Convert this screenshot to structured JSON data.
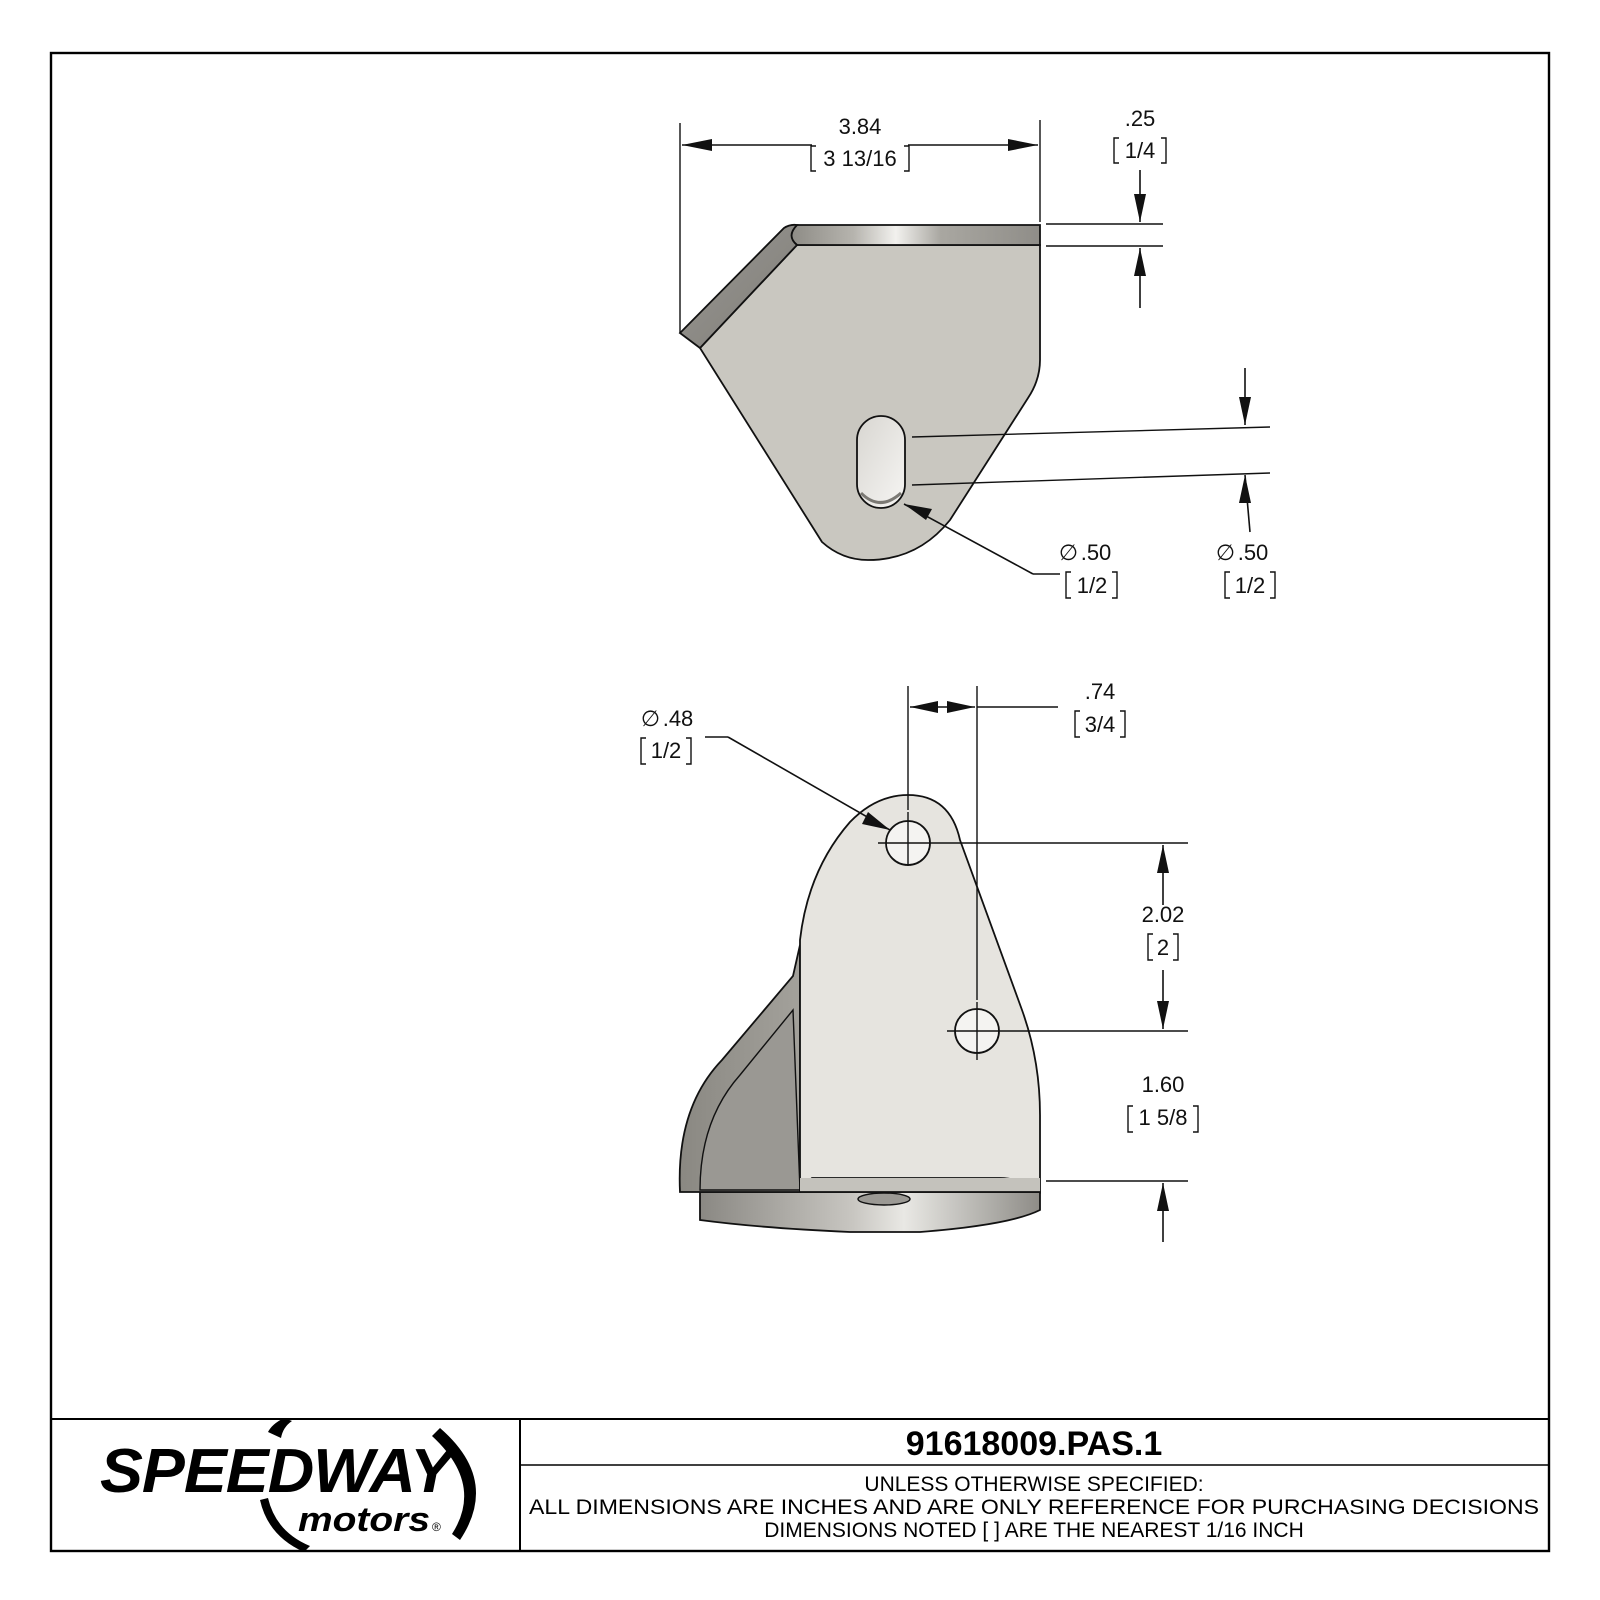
{
  "top_view": {
    "width": {
      "decimal": "3.84",
      "fraction": "3 13/16"
    },
    "thickness": {
      "decimal": ".25",
      "fraction": "1/4"
    },
    "slot_dia": {
      "symbol": "∅",
      "decimal": ".50",
      "fraction": "1/2"
    },
    "slot_width": {
      "symbol": "∅",
      "decimal": ".50",
      "fraction": "1/2"
    }
  },
  "front_view": {
    "hole_dia": {
      "symbol": "∅",
      "decimal": ".48",
      "fraction": "1/2"
    },
    "hole_offset": {
      "decimal": ".74",
      "fraction": "3/4"
    },
    "hole_spacing": {
      "decimal": "2.02",
      "fraction": "2"
    },
    "hole_height": {
      "decimal": "1.60",
      "fraction": "1 5/8"
    }
  },
  "title_block": {
    "logo_main": "SPEEDWAY",
    "logo_sub": "motors",
    "logo_mark": "®",
    "part_number": "91618009.PAS.1",
    "note_1": "UNLESS OTHERWISE SPECIFIED:",
    "note_2": "ALL DIMENSIONS ARE INCHES AND ARE ONLY REFERENCE FOR PURCHASING DECISIONS",
    "note_3": "DIMENSIONS NOTED [ ] ARE THE NEAREST 1/16 INCH"
  },
  "colors": {
    "plate_face": "#c9c7c0",
    "plate_light": "#e6e4df",
    "plate_dark": "#8d8b86",
    "line": "#111111"
  }
}
